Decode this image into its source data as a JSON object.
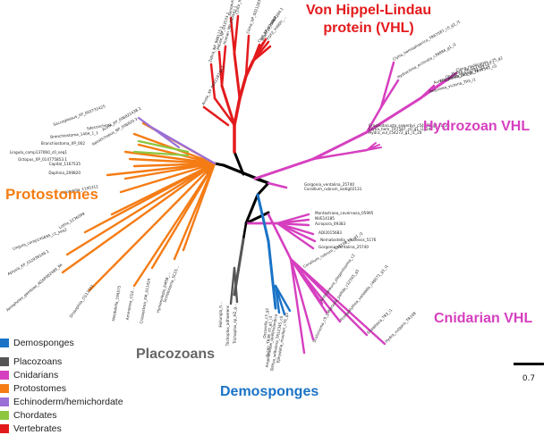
{
  "colors": {
    "vhl": "#e31a1c",
    "protostomes": "#f57c14",
    "echinoderm": "#9a6fd6",
    "chordates": "#8dc63f",
    "cnidarians": "#d63fbf",
    "placozoans": "#555555",
    "demosponges": "#1a73c7",
    "vertebrates": "#e31a1c",
    "backbone": "#000000"
  },
  "group_labels": {
    "vhl_line1": "Von Hippel-Lindau",
    "vhl_line2": "protein (VHL)",
    "hydrozoan": "Hydrozoan VHL",
    "protostomes": "Protostomes",
    "cnidarian": "Cnidarian VHL",
    "placozoans": "Placozoans",
    "demosponges": "Demosponges"
  },
  "legend": [
    {
      "label": "Demosponges",
      "color": "#1a73c7"
    },
    {
      "label": "Placozoans",
      "color": "#555555"
    },
    {
      "label": "Cnidarians",
      "color": "#d63fbf"
    },
    {
      "label": "Protostomes",
      "color": "#f57c14"
    },
    {
      "label": "Echinoderm/hemichordate",
      "color": "#9a6fd6"
    },
    {
      "label": "Chordates",
      "color": "#8dc63f"
    },
    {
      "label": "Vertebrates",
      "color": "#e31a1c"
    }
  ],
  "scale": {
    "value": "0.7"
  },
  "leaf_labels": {
    "vhl": [
      "Xenopus_XP_002939419",
      "Chick_XP_426431.2",
      "Mouse_NP_033533.1",
      "Human_NP_000542.1",
      "Zebra_NP_998115.1",
      "Anole_XP_003218748.1",
      "Coel_XP_005987104.1",
      "FGFZ_HIN0H_...",
      "Ciona_XP_002128374.1",
      "BOWFIN_HAN8_..."
    ],
    "hydrozoan": [
      "Clytia_hemisphaerica_TR67587_c0_g1_i1",
      "Hydractinia_echinata_c39884_g1_i1",
      "Aurelia_aurita_c13_g1_i1",
      "Ectopleura_larynx_TR34591_c0",
      "Obelia_sp_c22751_g1_i1",
      "Hydra_XP_012564117.1",
      "Clava_multicornis_c75_g1",
      "Aequorea_victoria_TR5_i1"
    ],
    "hydro_low": [
      "Craspedacusta_sowerbyi_c54272_g1_i1_2d",
      "Clytia_hem_TR7587_c0_g1_i1_2d",
      "Hydra_vul_c54272_g1_i1_2d"
    ],
    "protostomes": [
      "Apostichopus_NP_006820.3",
      "Acorn_XP_006821438.1",
      "Saccoglossus_XP_002731425",
      "Sdeconcherg...",
      "Branchiostoma_1404_1_1",
      "Branchiostoma_XP_002",
      "Lingula_comp137060_c0_seq1",
      "Octopus_XP_014775853.1",
      "Capital_1167535",
      "Daphnia_209820",
      "Helobdella_1195312",
      "Lottia_1236099",
      "Lingula_comp145695_c1_seq2",
      "Aplysia_XP_012939146.1",
      "Aeropheles_gambiae_AGAP002480_PA",
      "Drosophila_CG13221",
      "Helobdella_194575",
      "Ammotrea_CG2...",
      "Crassostrea_XM_011424",
      "Hymenolepis_EMS8_...",
      "Schistosoma_SC25..."
    ],
    "cnidarian": [
      "Montastraea_cavernosa_05995",
      "NVE14185",
      "Acropora_09383",
      "ADI2015683",
      "Nematostella_vectensis_5176",
      "Gorgonia_ventalina_25740",
      "Corallium_rubrum_TR8108_c1_g1_i1",
      "Anthopleura_elegantissima_c2",
      "Aiptasia_pallida_c12345_g1",
      "Protopalythoa_variabilis_c46071_g1_i1",
      "Exaiptasia_TR3_i1",
      "Hydra_vulgaris_TR108",
      "Scolionema_c9_g1"
    ],
    "placozoans": [
      "Trichoplax_adhaerens",
      "Trichoplax_sp_H2_g...",
      "Hoilungia_h..."
    ],
    "demosponges": [
      "Amphimedon_queenslandica",
      "Tethya_wilhelma_TR12345_c0",
      "Ephydatia_muelleri_c76_g1",
      "Sycon_TR38_c0_g1_i3",
      "Oscarella_c3_g2"
    ]
  }
}
